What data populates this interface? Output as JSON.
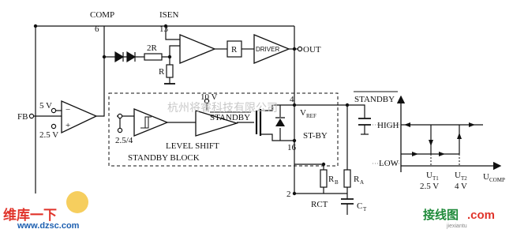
{
  "pins": {
    "comp": "COMP",
    "comp_num": "6",
    "isen": "ISEN",
    "isen_num": "13",
    "out": "OUT",
    "fb": "FB",
    "vref_num": "4",
    "stby_num": "16",
    "rct_num": "2"
  },
  "components": {
    "r_2r": "2R",
    "r_r": "R",
    "r_block": "R",
    "driver": "DRIVER",
    "five_v": "5 V",
    "two_five_v": "2.5 V",
    "frac": "2.5/4",
    "ten_v": "10 V",
    "standby_sig": "STANDBY",
    "level_shift": "LEVEL SHIFT",
    "vref_main": "V",
    "vref_sub": "REF",
    "st_by": "ST-BY",
    "rb_main": "R",
    "rb_sub": "B",
    "ra_main": "R",
    "ra_sub": "A",
    "rct": "RCT",
    "ct_main": "C",
    "ct_sub": "T",
    "block_label": "STANDBY BLOCK",
    "plus": "+",
    "minus": "−"
  },
  "graph": {
    "title": "STANDBY",
    "high": "HIGH",
    "low": "LOW",
    "ut1_main": "U",
    "ut1_sub": "T1",
    "ut2_main": "U",
    "ut2_sub": "T2",
    "ut1_val": "2.5 V",
    "ut2_val": "4 V",
    "ucomp_main": "U",
    "ucomp_sub": "COMP"
  },
  "watermarks": {
    "center": "杭州将睿科技有限公司",
    "logo_cn": "维库一下",
    "logo_url": "www.dzsc.com",
    "brand_cn": "接线图",
    "brand_com": ".com",
    "brand_url": "jiexiantu"
  }
}
